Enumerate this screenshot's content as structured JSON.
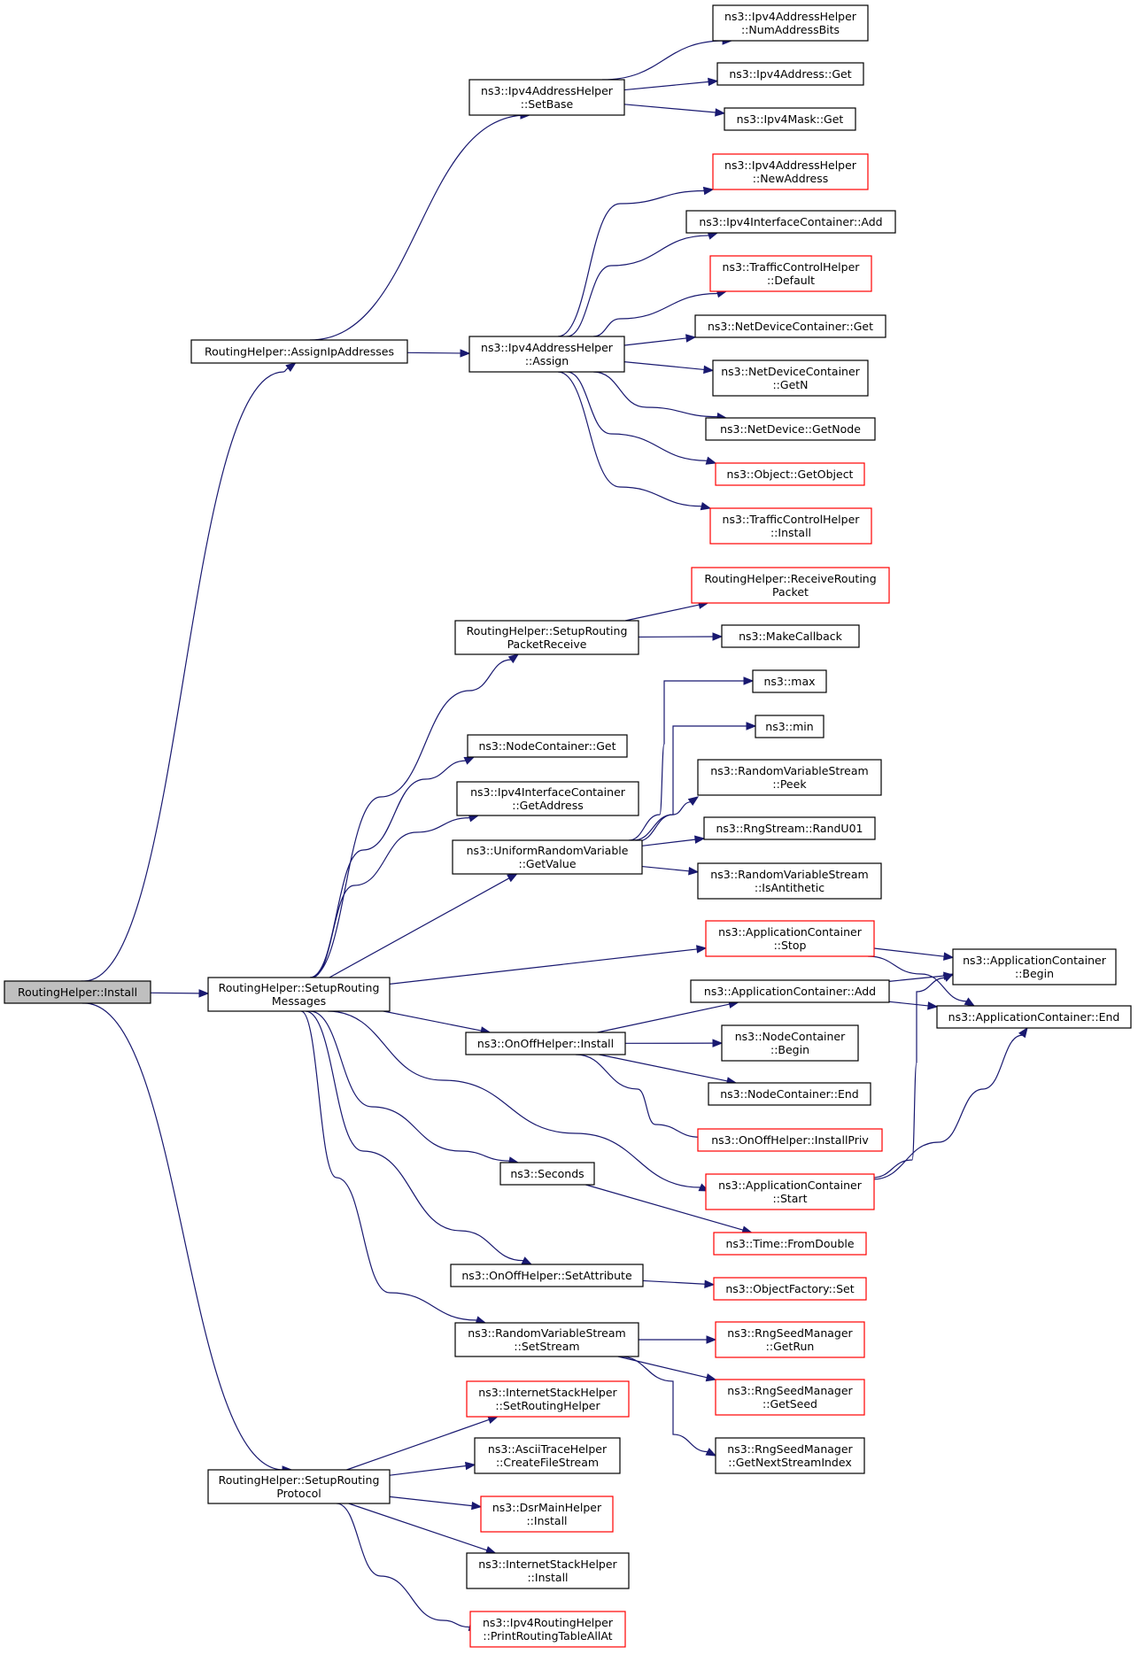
{
  "nodes": {
    "root": {
      "lines": [
        "RoutingHelper::Install"
      ],
      "color": "gray"
    },
    "assignIp": {
      "lines": [
        "RoutingHelper::AssignIpAddresses"
      ],
      "color": "black"
    },
    "setupMsgs": {
      "lines": [
        "RoutingHelper::SetupRouting",
        "Messages"
      ],
      "color": "black"
    },
    "setupProto": {
      "lines": [
        "RoutingHelper::SetupRouting",
        "Protocol"
      ],
      "color": "black"
    },
    "setBase": {
      "lines": [
        "ns3::Ipv4AddressHelper",
        "::SetBase"
      ],
      "color": "black"
    },
    "assign": {
      "lines": [
        "ns3::Ipv4AddressHelper",
        "::Assign"
      ],
      "color": "black"
    },
    "numAddrBits": {
      "lines": [
        "ns3::Ipv4AddressHelper",
        "::NumAddressBits"
      ],
      "color": "black"
    },
    "ipv4AddrGet": {
      "lines": [
        "ns3::Ipv4Address::Get"
      ],
      "color": "black"
    },
    "ipv4MaskGet": {
      "lines": [
        "ns3::Ipv4Mask::Get"
      ],
      "color": "black"
    },
    "newAddress": {
      "lines": [
        "ns3::Ipv4AddressHelper",
        "::NewAddress"
      ],
      "color": "red"
    },
    "ifcAdd": {
      "lines": [
        "ns3::Ipv4InterfaceContainer::Add"
      ],
      "color": "black"
    },
    "tcDefault": {
      "lines": [
        "ns3::TrafficControlHelper",
        "::Default"
      ],
      "color": "red"
    },
    "ndcGet": {
      "lines": [
        "ns3::NetDeviceContainer::Get"
      ],
      "color": "black"
    },
    "ndcGetN": {
      "lines": [
        "ns3::NetDeviceContainer",
        "::GetN"
      ],
      "color": "black"
    },
    "ndGetNode": {
      "lines": [
        "ns3::NetDevice::GetNode"
      ],
      "color": "black"
    },
    "objGetObject": {
      "lines": [
        "ns3::Object::GetObject"
      ],
      "color": "red"
    },
    "tcInstall": {
      "lines": [
        "ns3::TrafficControlHelper",
        "::Install"
      ],
      "color": "red"
    },
    "setupRecv": {
      "lines": [
        "RoutingHelper::SetupRouting",
        "PacketReceive"
      ],
      "color": "black"
    },
    "recvPacket": {
      "lines": [
        "RoutingHelper::ReceiveRouting",
        "Packet"
      ],
      "color": "red"
    },
    "makeCallback": {
      "lines": [
        "ns3::MakeCallback"
      ],
      "color": "black"
    },
    "nodeCGet": {
      "lines": [
        "ns3::NodeContainer::Get"
      ],
      "color": "black"
    },
    "ifcGetAddr": {
      "lines": [
        "ns3::Ipv4InterfaceContainer",
        "::GetAddress"
      ],
      "color": "black"
    },
    "urvGetValue": {
      "lines": [
        "ns3::UniformRandomVariable",
        "::GetValue"
      ],
      "color": "black"
    },
    "max": {
      "lines": [
        "ns3::max"
      ],
      "color": "black"
    },
    "min": {
      "lines": [
        "ns3::min"
      ],
      "color": "black"
    },
    "rvsPeek": {
      "lines": [
        "ns3::RandomVariableStream",
        "::Peek"
      ],
      "color": "black"
    },
    "randU01": {
      "lines": [
        "ns3::RngStream::RandU01"
      ],
      "color": "black"
    },
    "isAnti": {
      "lines": [
        "ns3::RandomVariableStream",
        "::IsAntithetic"
      ],
      "color": "black"
    },
    "appStop": {
      "lines": [
        "ns3::ApplicationContainer",
        "::Stop"
      ],
      "color": "red"
    },
    "appAdd": {
      "lines": [
        "ns3::ApplicationContainer::Add"
      ],
      "color": "black"
    },
    "appBegin": {
      "lines": [
        "ns3::ApplicationContainer",
        "::Begin"
      ],
      "color": "black"
    },
    "appEnd": {
      "lines": [
        "ns3::ApplicationContainer::End"
      ],
      "color": "black"
    },
    "onoffInstall": {
      "lines": [
        "ns3::OnOffHelper::Install"
      ],
      "color": "black"
    },
    "ncBegin": {
      "lines": [
        "ns3::NodeContainer",
        "::Begin"
      ],
      "color": "black"
    },
    "ncEnd": {
      "lines": [
        "ns3::NodeContainer::End"
      ],
      "color": "black"
    },
    "installPriv": {
      "lines": [
        "ns3::OnOffHelper::InstallPriv"
      ],
      "color": "red"
    },
    "seconds": {
      "lines": [
        "ns3::Seconds"
      ],
      "color": "black"
    },
    "appStart": {
      "lines": [
        "ns3::ApplicationContainer",
        "::Start"
      ],
      "color": "red"
    },
    "fromDouble": {
      "lines": [
        "ns3::Time::FromDouble"
      ],
      "color": "red"
    },
    "setAttr": {
      "lines": [
        "ns3::OnOffHelper::SetAttribute"
      ],
      "color": "black"
    },
    "objFactSet": {
      "lines": [
        "ns3::ObjectFactory::Set"
      ],
      "color": "red"
    },
    "rvsSetStream": {
      "lines": [
        "ns3::RandomVariableStream",
        "::SetStream"
      ],
      "color": "black"
    },
    "getRun": {
      "lines": [
        "ns3::RngSeedManager",
        "::GetRun"
      ],
      "color": "red"
    },
    "getSeed": {
      "lines": [
        "ns3::RngSeedManager",
        "::GetSeed"
      ],
      "color": "red"
    },
    "getNextStream": {
      "lines": [
        "ns3::RngSeedManager",
        "::GetNextStreamIndex"
      ],
      "color": "black"
    },
    "ishSetRouting": {
      "lines": [
        "ns3::InternetStackHelper",
        "::SetRoutingHelper"
      ],
      "color": "red"
    },
    "asciiCreate": {
      "lines": [
        "ns3::AsciiTraceHelper",
        "::CreateFileStream"
      ],
      "color": "black"
    },
    "dsrInstall": {
      "lines": [
        "ns3::DsrMainHelper",
        "::Install"
      ],
      "color": "red"
    },
    "ishInstall": {
      "lines": [
        "ns3::InternetStackHelper",
        "::Install"
      ],
      "color": "black"
    },
    "printRouting": {
      "lines": [
        "ns3::Ipv4RoutingHelper",
        "::PrintRoutingTableAllAt"
      ],
      "color": "red"
    }
  },
  "colors": {
    "edge": "#191970",
    "red_border": "#ff0000",
    "root_fill": "#bfbfbf"
  }
}
